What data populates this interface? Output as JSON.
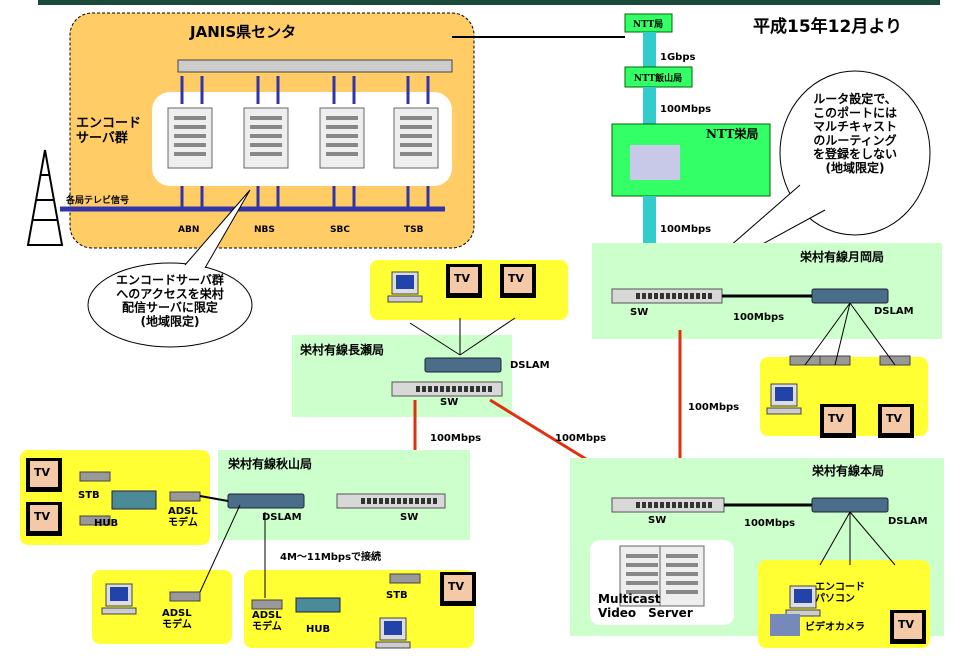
{
  "title_date": "平成15年12月より",
  "colors": {
    "orange": "#ffcc66",
    "green": "#ccffcc",
    "yellow": "#ffff33",
    "teal": "#33cccc",
    "red": "#e03010",
    "blue": "#3333aa",
    "ntt": "#33ff66"
  },
  "janis": {
    "title": "JANIS県センタ",
    "encoder": "エンコード\nサーバ群",
    "tv_signal": "各局テレビ信号",
    "channels": [
      "ABN",
      "NBS",
      "SBC",
      "TSB"
    ]
  },
  "ntt": {
    "kyoku": "NTT局",
    "iiyama": "NTT飯山局",
    "sakae": "NTT栄局",
    "link1": "1Gbps",
    "link2": "100Mbps",
    "link3": "100Mbps"
  },
  "callout_router": "ルータ設定で、\nこのポートには\nマルチキャスト\nのルーティング\nを登録をしない\n(地域限定)",
  "callout_encoder": "エンコードサーバ群\nへのアクセスを栄村\n配信サーバに限定\n(地域限定)",
  "tsukioka": {
    "title": "栄村有線月岡局",
    "sw": "SW",
    "dslam": "DSLAM",
    "link": "100Mbps",
    "down_link": "100Mbps",
    "tv": "TV"
  },
  "nagase": {
    "title": "栄村有線長瀬局",
    "sw": "SW",
    "dslam": "DSLAM",
    "tv": "TV",
    "link_left": "100Mbps",
    "link_right": "100Mbps"
  },
  "akiyama": {
    "title": "栄村有線秋山局",
    "sw": "SW",
    "dslam": "DSLAM",
    "speed": "4M～11Mbpsで接続"
  },
  "honkyoku": {
    "title": "栄村有線本局",
    "sw": "SW",
    "dslam": "DSLAM",
    "link": "100Mbps",
    "server": "Multicast\nVideo　Server",
    "encoder_pc": "エンコード\nパソコン",
    "camera": "ビデオカメラ",
    "tv": "TV"
  },
  "home_left": {
    "tv": "TV",
    "stb": "STB",
    "hub": "HUB",
    "modem": "ADSL\nモデム"
  },
  "home_bottom": {
    "stb": "STB",
    "hub": "HUB",
    "modem": "ADSL\nモデム",
    "tv": "TV"
  },
  "home_pc": {
    "modem": "ADSL\nモデム"
  }
}
